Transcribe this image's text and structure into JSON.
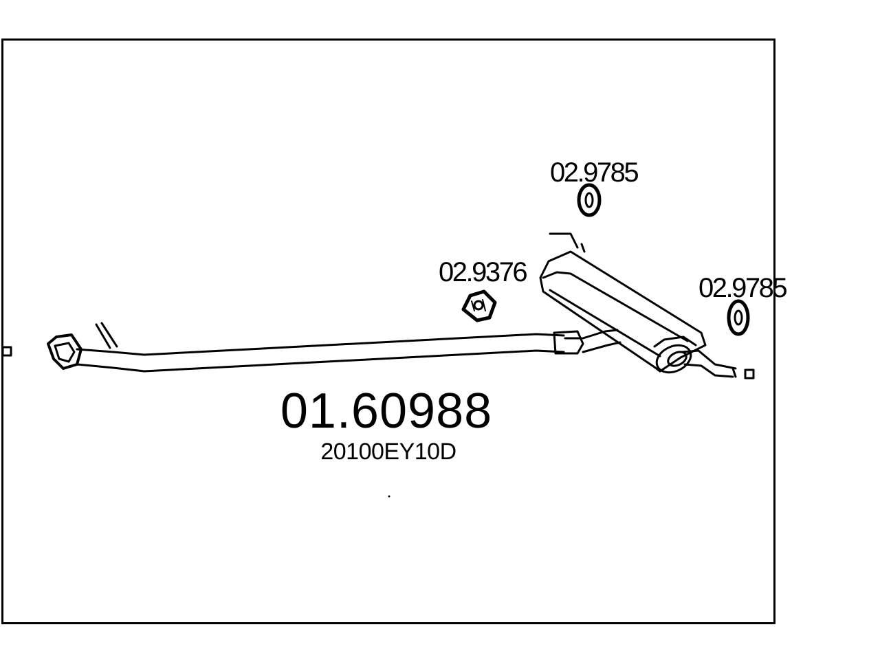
{
  "diagram": {
    "main_part_number": "01.60988",
    "oem_reference": "20100EY10D",
    "components": [
      {
        "part_number": "02.9376"
      },
      {
        "part_number": "02.9785"
      },
      {
        "part_number": "02.9785"
      }
    ]
  }
}
